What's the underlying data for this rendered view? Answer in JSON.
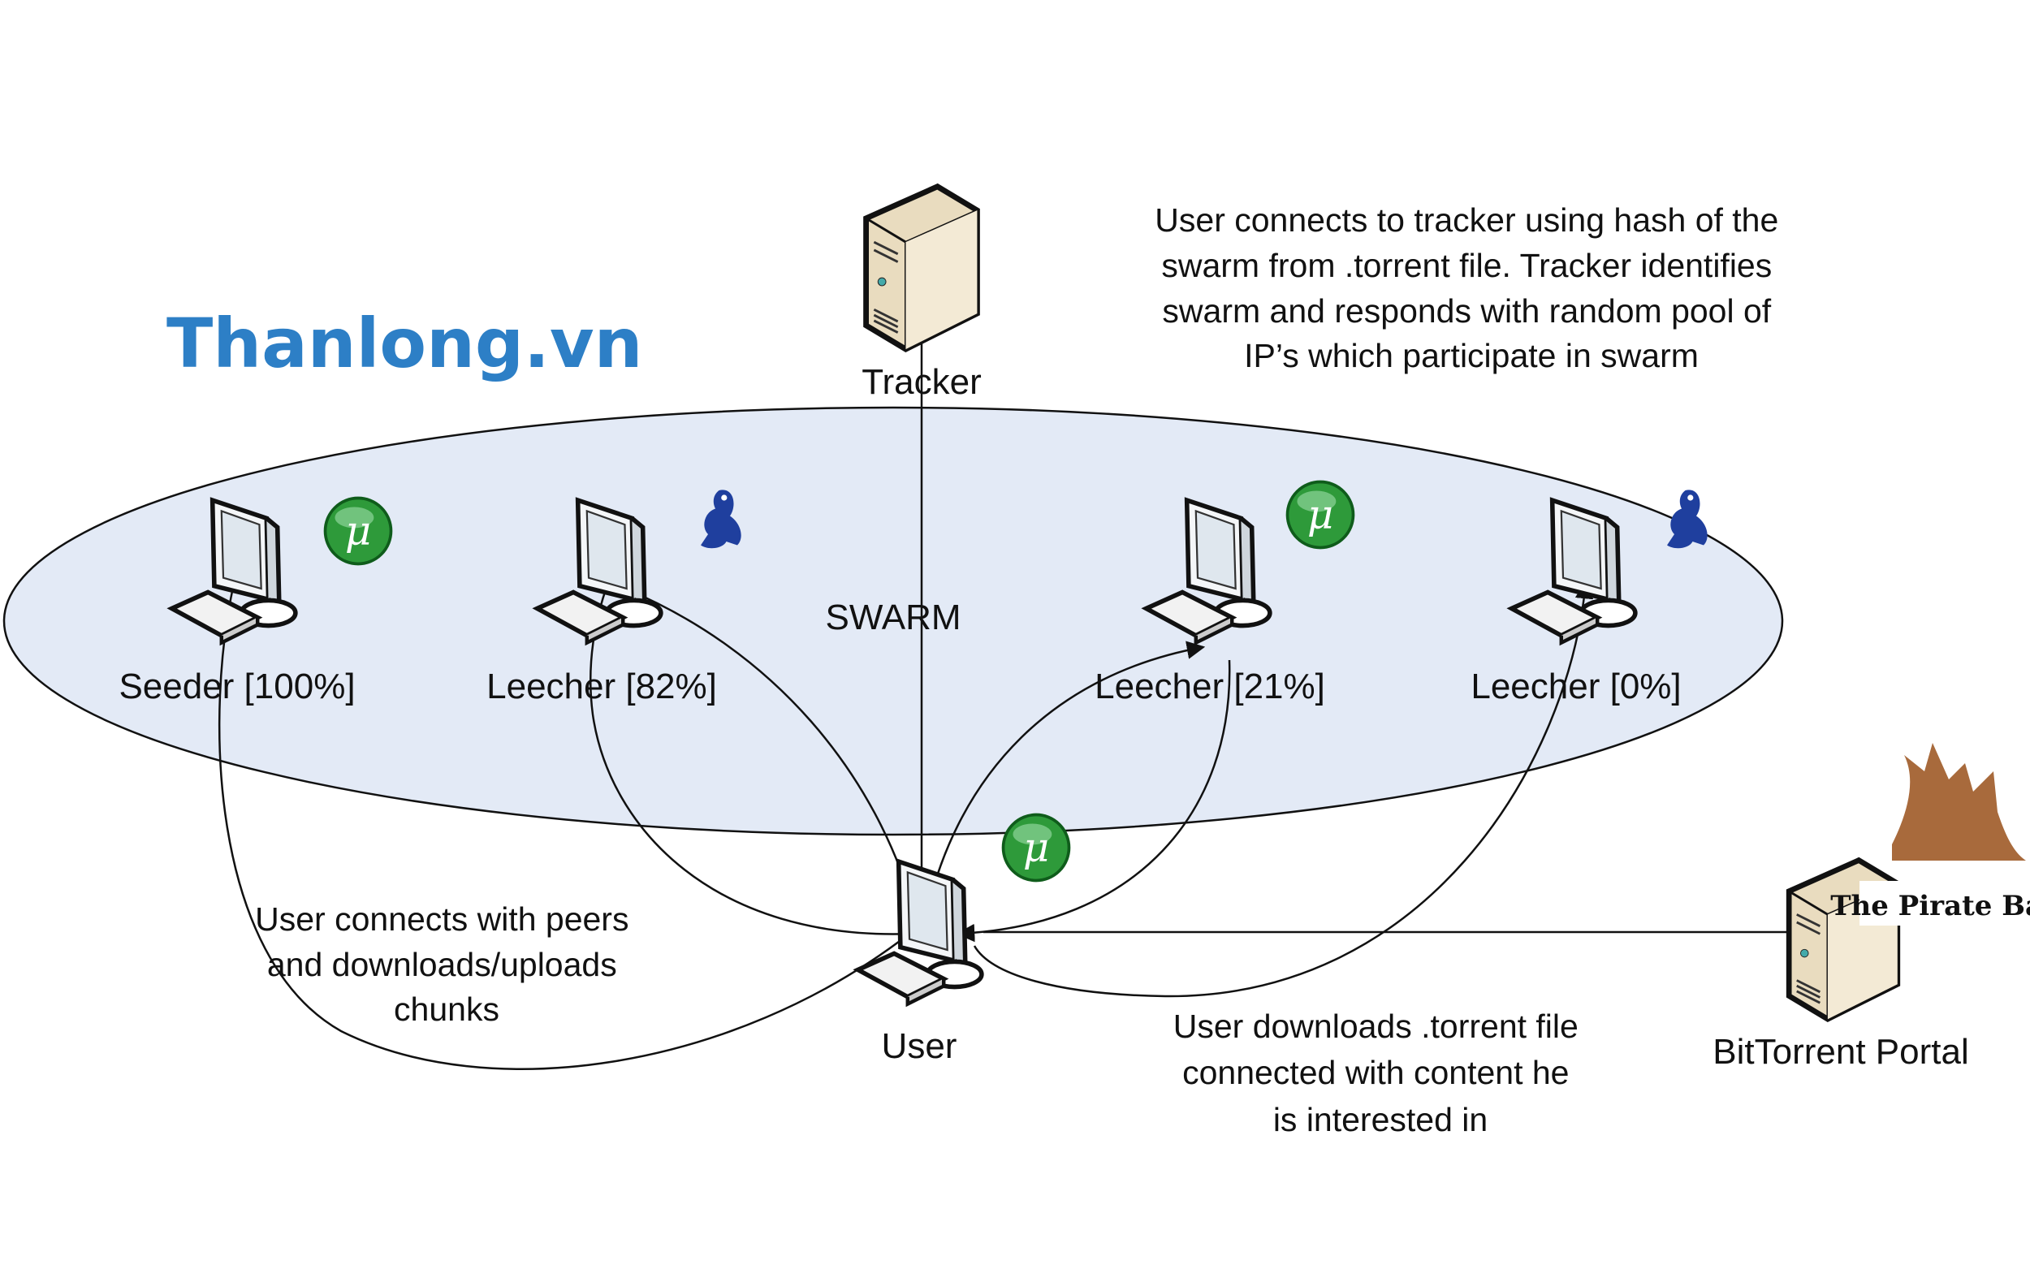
{
  "watermark": "Thanlong.vn",
  "tracker": {
    "label": "Tracker",
    "icon": "server-icon"
  },
  "swarm": {
    "label": "SWARM",
    "fill": "#e3eaf6",
    "peers": [
      {
        "label": "Seeder [100%]",
        "client_icon": "utorrent-icon"
      },
      {
        "label": "Leecher [82%]",
        "client_icon": "vuze-frog-icon"
      },
      {
        "label": "Leecher  [21%]",
        "client_icon": "utorrent-icon"
      },
      {
        "label": "Leecher [0%]",
        "client_icon": "vuze-frog-icon"
      }
    ]
  },
  "user": {
    "label": "User",
    "client_icon": "utorrent-icon"
  },
  "portal": {
    "label": "BitTorrent Portal",
    "logo_text": "The Pirate Bay"
  },
  "notes": {
    "tracker": [
      "User connects to tracker using hash of the",
      "swarm from .torrent file. Tracker identifies",
      "swarm and responds with random pool of",
      "IP’s which participate in swarm"
    ],
    "peers": [
      "User connects with peers",
      "and downloads/uploads",
      "chunks"
    ],
    "portal": [
      "User downloads .torrent file",
      "connected with content he",
      "is interested in"
    ]
  },
  "colors": {
    "watermark": "#2d7fc6",
    "utorrent": "#2e9a3a",
    "frog": "#1f3f9e",
    "piratebay": "#a86a3c",
    "server": "#e9dcbf"
  }
}
